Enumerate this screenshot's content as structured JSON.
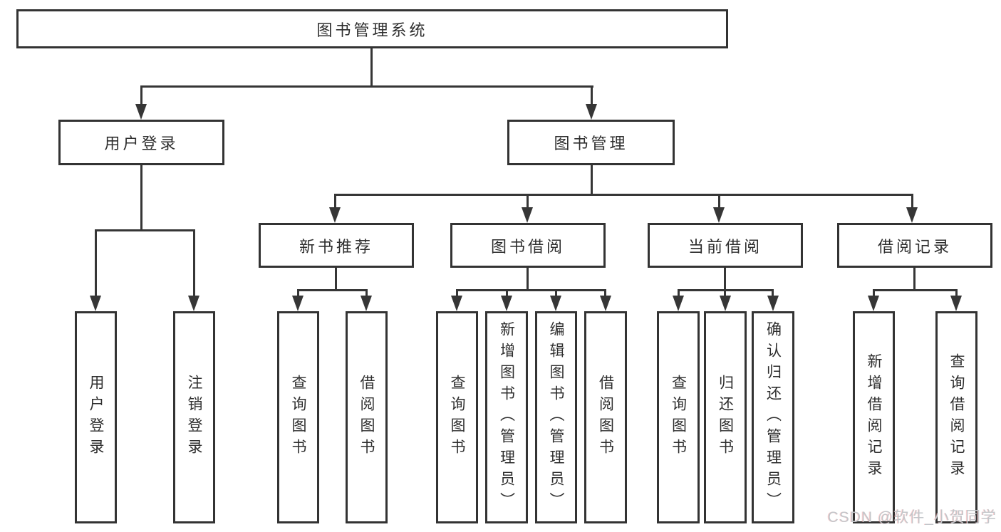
{
  "tree": {
    "root": {
      "label": "图书管理系统",
      "children": [
        {
          "label": "用户登录",
          "children": [
            {
              "label": "用户登录"
            },
            {
              "label": "注销登录"
            }
          ]
        },
        {
          "label": "图书管理",
          "children": [
            {
              "label": "新书推荐",
              "children": [
                {
                  "label": "查询图书"
                },
                {
                  "label": "借阅图书"
                }
              ]
            },
            {
              "label": "图书借阅",
              "children": [
                {
                  "label": "查询图书"
                },
                {
                  "label": "新增图书（管理员）"
                },
                {
                  "label": "编辑图书（管理员）"
                },
                {
                  "label": "借阅图书"
                }
              ]
            },
            {
              "label": "当前借阅",
              "children": [
                {
                  "label": "查询图书"
                },
                {
                  "label": "归还图书"
                },
                {
                  "label": "确认归还（管理员）"
                }
              ]
            },
            {
              "label": "借阅记录",
              "children": [
                {
                  "label": "新增借阅记录"
                },
                {
                  "label": "查询借阅记录"
                }
              ]
            }
          ]
        }
      ]
    }
  },
  "watermark": "CSDN @软件_小贺同学",
  "colors": {
    "line": "#363636",
    "border": "#333333",
    "text": "#2e2e2e",
    "watermark": "#c3c6ca",
    "background": "#ffffff"
  }
}
